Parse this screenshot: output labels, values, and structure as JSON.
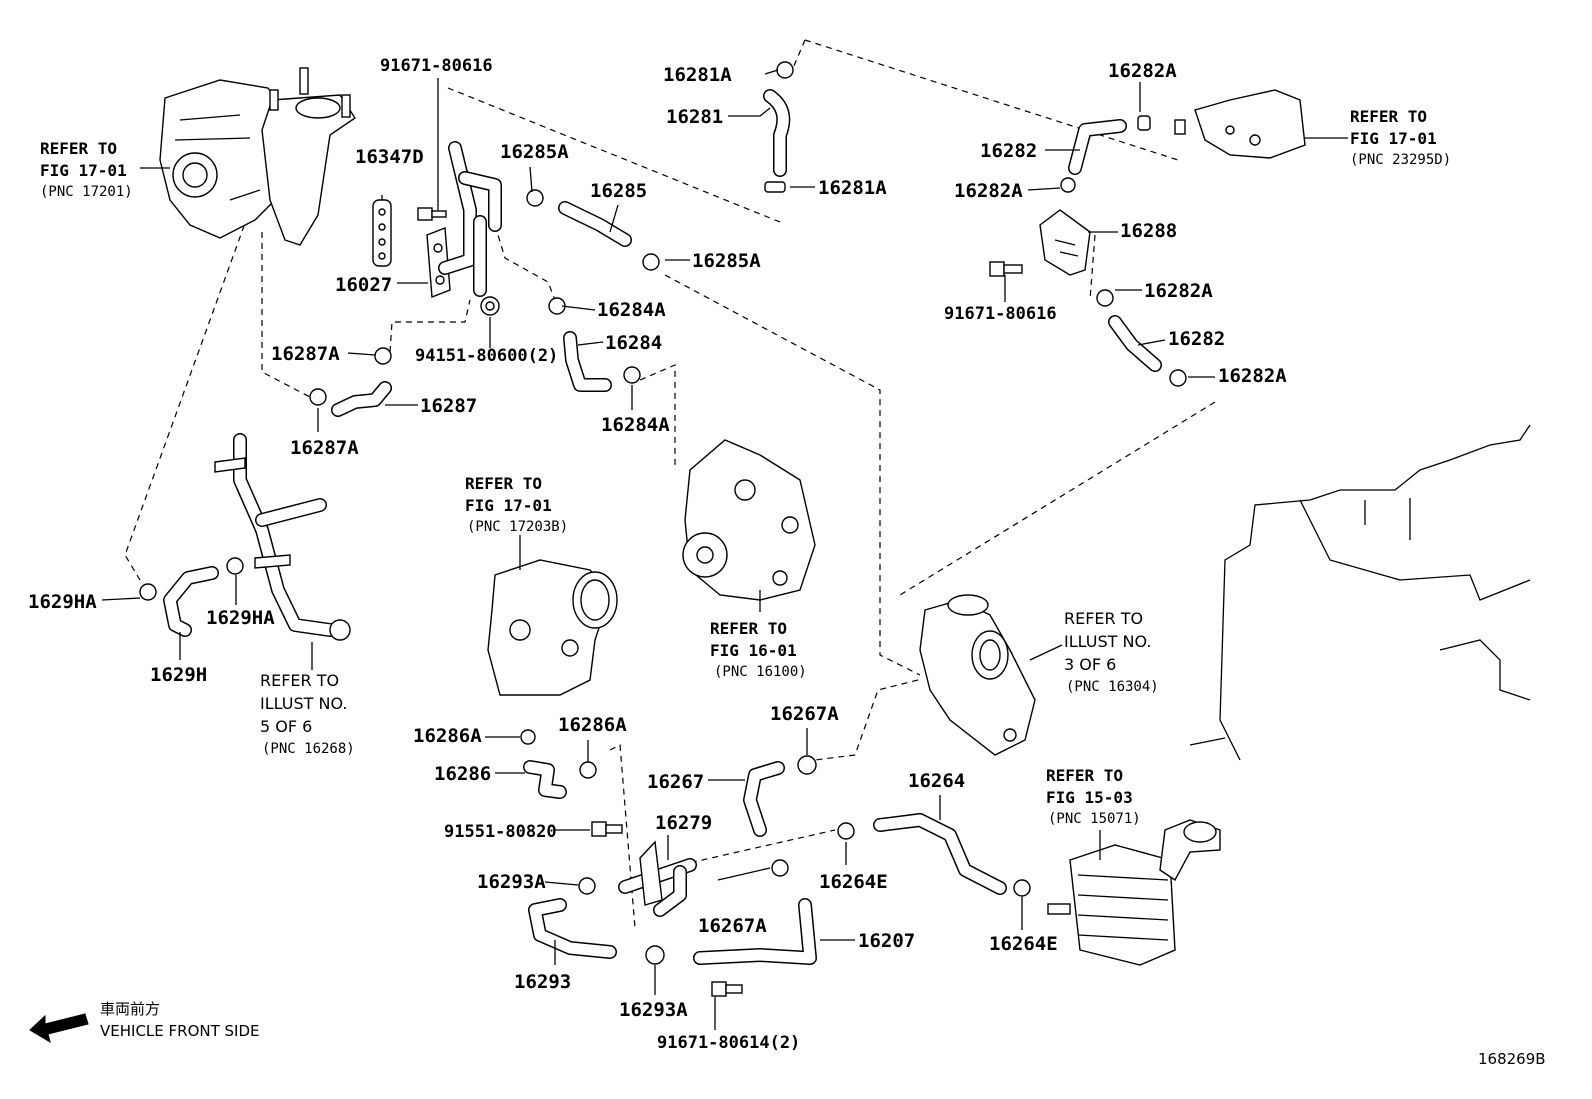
{
  "labels": {
    "p91671_80616_top": "91671-80616",
    "p16347D": "16347D",
    "p16027": "16027",
    "p16285A_1": "16285A",
    "p16285": "16285",
    "p16285A_2": "16285A",
    "p16281A_1": "16281A",
    "p16281": "16281",
    "p16281A_2": "16281A",
    "p16282A_1": "16282A",
    "p16282_1": "16282",
    "p16282A_2": "16282A",
    "p16288": "16288",
    "p91671_80616_right": "91671-80616",
    "p16282A_3": "16282A",
    "p16282_2": "16282",
    "p16282A_4": "16282A",
    "p16284A_1": "16284A",
    "p16284": "16284",
    "p16284A_2": "16284A",
    "p94151": "94151-80600(2)",
    "p16287A_1": "16287A",
    "p16287": "16287",
    "p16287A_2": "16287A",
    "p1629HA_1": "1629HA",
    "p1629HA_2": "1629HA",
    "p1629H": "1629H",
    "p16286A_1": "16286A",
    "p16286A_2": "16286A",
    "p16286": "16286",
    "p91551": "91551-80820",
    "p16279": "16279",
    "p16293A_1": "16293A",
    "p16293": "16293",
    "p16293A_2": "16293A",
    "p91671_80614": "91671-80614(2)",
    "p16267A_1": "16267A",
    "p16267": "16267",
    "p16267A_2": "16267A",
    "p16207": "16207",
    "p16264": "16264",
    "p16264E_1": "16264E",
    "p16264E_2": "16264E"
  },
  "refs": {
    "ref_17201": {
      "line1": "REFER TO",
      "line2": "FIG 17-01",
      "pnc": "(PNC 17201)"
    },
    "ref_23295D": {
      "line1": "REFER TO",
      "line2": "FIG 17-01",
      "pnc": "(PNC 23295D)"
    },
    "ref_17203B": {
      "line1": "REFER TO",
      "line2": "FIG 17-01",
      "pnc": "(PNC 17203B)"
    },
    "ref_16100": {
      "line1": "REFER TO",
      "line2": "FIG 16-01",
      "pnc": "(PNC 16100)"
    },
    "ref_16304": {
      "line1": "REFER TO",
      "line2": "ILLUST NO.",
      "line3": "3 OF 6",
      "pnc": "(PNC 16304)"
    },
    "ref_16268": {
      "line1": "REFER TO",
      "line2": "ILLUST NO.",
      "line3": "5 OF 6",
      "pnc": "(PNC 16268)"
    },
    "ref_15071": {
      "line1": "REFER TO",
      "line2": "FIG 15-03",
      "pnc": "(PNC 15071)"
    }
  },
  "footer": {
    "direction_jp": "車両前方",
    "direction_en": "VEHICLE FRONT SIDE",
    "diagram_id": "168269B"
  }
}
